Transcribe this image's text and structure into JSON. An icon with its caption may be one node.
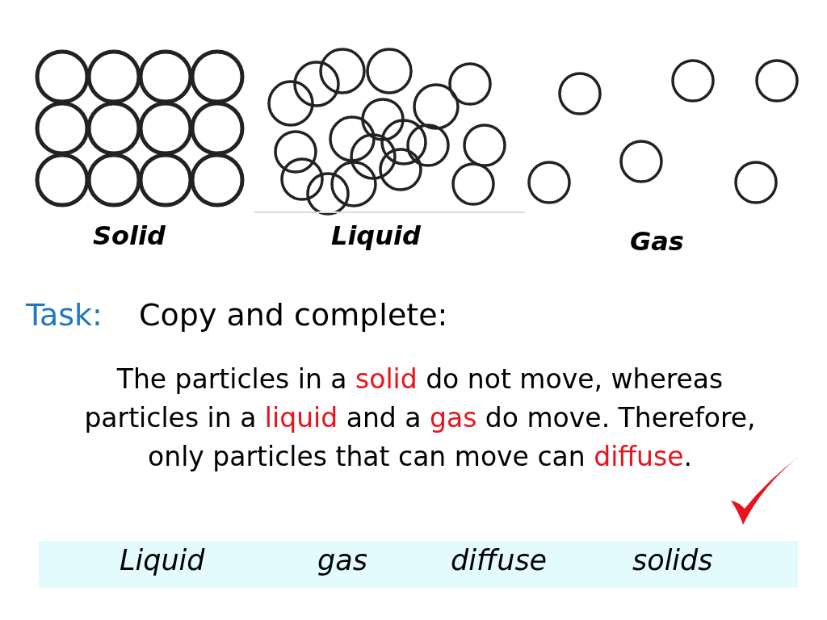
{
  "diagram": {
    "nodes": [
      {
        "text": [
          "Liquid",
          "gas",
          "diffuse",
          "solids"
        ]
      }
    ],
    "edges": [],
    "labels": [
      "Solid",
      "Liquid",
      "Gas",
      "Task:",
      "Copy and complete:",
      "The particles in a *solid* do not move, whereas particles in a *liquid* and a *gas* do move. Therefore, only particles that can move can *diffuse*."
    ]
  }
}
